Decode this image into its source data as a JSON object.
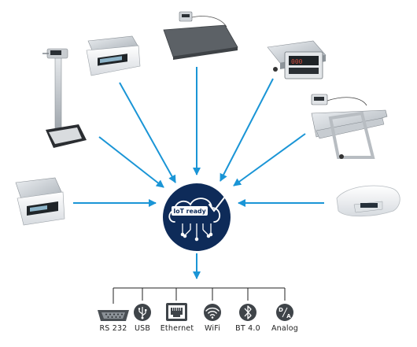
{
  "hub": {
    "badge_text": "IoT ready",
    "bg_color": "#0e2b59"
  },
  "arrow_color": "#1a95d6",
  "devices": [
    {
      "name": "column-scale"
    },
    {
      "name": "bench-scale-top"
    },
    {
      "name": "floor-scale"
    },
    {
      "name": "platform-scale-indicator"
    },
    {
      "name": "pallet-scale"
    },
    {
      "name": "precision-balance"
    },
    {
      "name": "baby-scale"
    }
  ],
  "interfaces": [
    {
      "label": "RS 232",
      "icon": "serial-port-icon"
    },
    {
      "label": "USB",
      "icon": "usb-icon"
    },
    {
      "label": "Ethernet",
      "icon": "ethernet-icon"
    },
    {
      "label": "WiFi",
      "icon": "wifi-icon"
    },
    {
      "label": "BT 4.0",
      "icon": "bluetooth-icon"
    },
    {
      "label": "Analog",
      "icon": "analog-icon"
    }
  ]
}
